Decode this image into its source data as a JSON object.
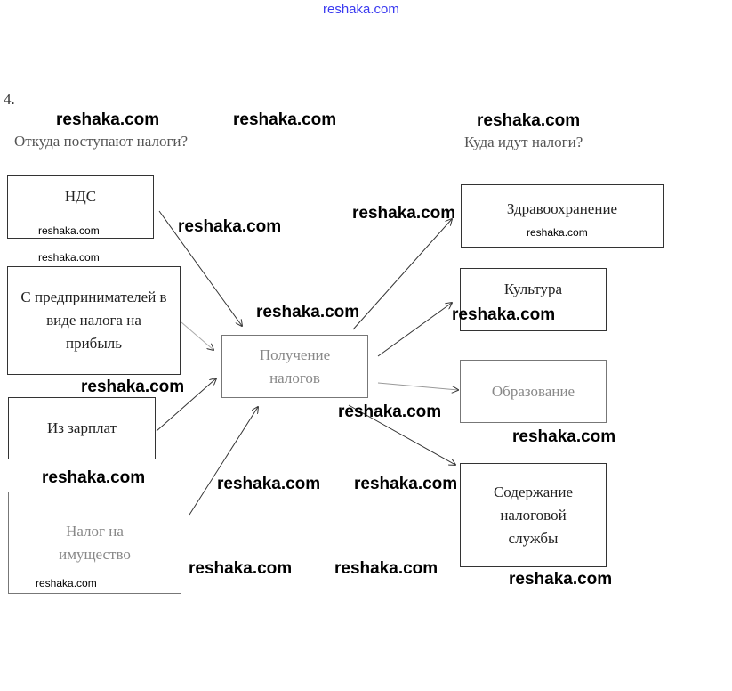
{
  "site_label": "reshaka.com",
  "task_number": "4.",
  "headings": {
    "sources": "Откуда поступают налоги?",
    "destinations": "Куда идут налоги?"
  },
  "sources": [
    "НДС",
    "С предпринимателей в виде налога на прибыль",
    "Из зарплат",
    "Налог на имущество"
  ],
  "center": "Получение налогов",
  "destinations": [
    "Здравоохранение",
    "Культура",
    "Образование",
    "Содержание налоговой службы"
  ],
  "watermark": "reshaka.com"
}
